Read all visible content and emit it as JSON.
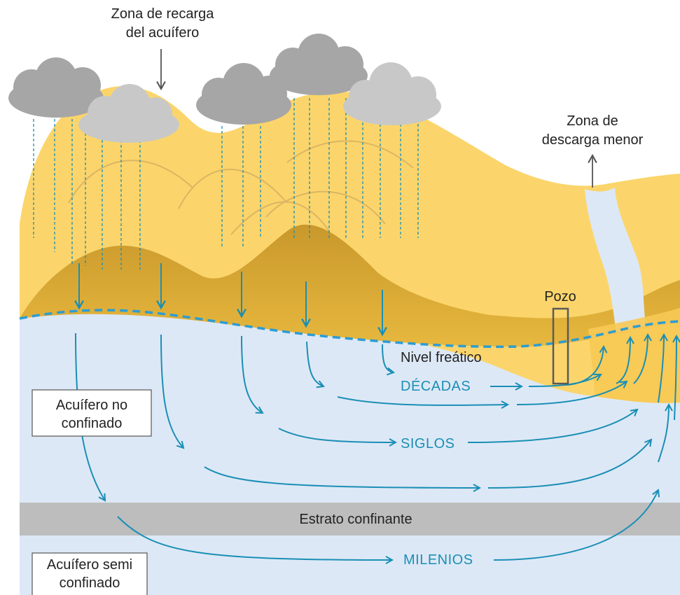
{
  "labels": {
    "recharge_zone_line1": "Zona de recarga",
    "recharge_zone_line2": "del acuífero",
    "discharge_zone_line1": "Zona de",
    "discharge_zone_line2": "descarga menor",
    "well": "Pozo",
    "water_table": "Nivel freático",
    "unconfined_line1": "Acuífero no",
    "unconfined_line2": "confinado",
    "confining_layer": "Estrato confinante",
    "semi_confined_line1": "Acuífero semi",
    "semi_confined_line2": "confinado"
  },
  "flow_times": {
    "decades": "DÉCADAS",
    "centuries": "SIGLOS",
    "millennia": "MILENIOS"
  },
  "colors": {
    "sky": "#ffffff",
    "upper_soil": "#fbd56b",
    "lower_soil": "#d9a934",
    "aquifer": "#dde8f6",
    "confining": "#bdbdbd",
    "flow": "#1a8fb5",
    "cloud_dark": "#a6a6a6",
    "cloud_light": "#c8c8c8",
    "well": "#5a5a5a",
    "text": "#222222"
  },
  "icons": {
    "rain": "rain-drop-lines",
    "cloud": "cloud-icon",
    "arrow": "arrow-icon"
  }
}
